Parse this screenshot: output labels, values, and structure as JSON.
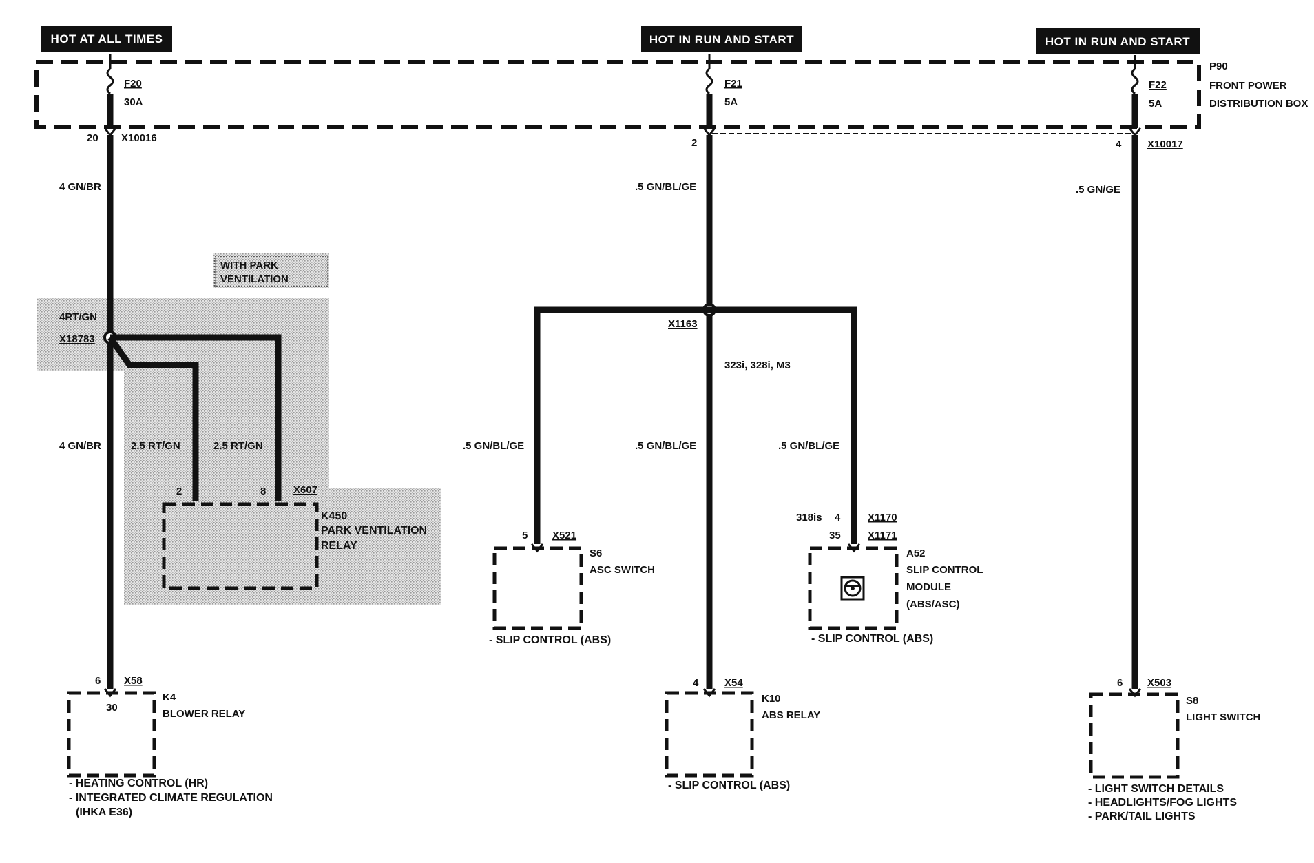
{
  "headers": {
    "hot_at_all_times": "HOT AT ALL TIMES",
    "hot_in_run_start_1": "HOT IN RUN AND START",
    "hot_in_run_start_2": "HOT IN RUN AND START"
  },
  "distribution_box": {
    "id": "P90",
    "line1": "FRONT POWER",
    "line2": "DISTRIBUTION BOX"
  },
  "fuses": [
    {
      "id": "F20",
      "rating": "30A"
    },
    {
      "id": "F21",
      "rating": "5A"
    },
    {
      "id": "F22",
      "rating": "5A"
    }
  ],
  "connectors": {
    "c1_pin": "20",
    "c1_id": "X10016",
    "c2_pin": "2",
    "c3_pin": "4",
    "c3_id": "X10017",
    "splice_left": "X18783",
    "splice_mid": "X1163",
    "x607": "X607",
    "x607_pin2": "2",
    "x607_pin8": "8",
    "x521": "X521",
    "x521_pin": "5",
    "x1170": "X1170",
    "x1170_pin": "4",
    "x1170_note": "318is",
    "x1171": "X1171",
    "x1171_pin": "35",
    "x58": "X58",
    "x58_pin": "6",
    "x58_terminal": "30",
    "x54": "X54",
    "x54_pin": "4",
    "x503": "X503",
    "x503_pin": "6"
  },
  "wires": {
    "w1_top": "4 GN/BR",
    "w1_splice": "4RT/GN",
    "w1_bottom": "4 GN/BR",
    "pv_a": "2.5 RT/GN",
    "pv_b": "2.5 RT/GN",
    "w2_top": ".5 GN/BL/GE",
    "w2_left": ".5 GN/BL/GE",
    "w2_mid": ".5 GN/BL/GE",
    "w2_right": ".5 GN/BL/GE",
    "w2_models": "323i, 328i, M3",
    "w3": ".5 GN/GE"
  },
  "park_vent": {
    "option_line1": "WITH PARK",
    "option_line2": "VENTILATION",
    "id": "K450",
    "line1": "PARK VENTILATION",
    "line2": "RELAY"
  },
  "components": {
    "s6": {
      "id": "S6",
      "name": "ASC SWITCH",
      "ref": "- SLIP CONTROL (ABS)"
    },
    "a52": {
      "id": "A52",
      "line1": "SLIP CONTROL",
      "line2": "MODULE",
      "line3": "(ABS/ASC)",
      "ref": "- SLIP CONTROL (ABS)"
    },
    "k4": {
      "id": "K4",
      "name": "BLOWER RELAY",
      "ref1": "- HEATING CONTROL (HR)",
      "ref2": "- INTEGRATED CLIMATE REGULATION",
      "ref3": "(IHKA E36)"
    },
    "k10": {
      "id": "K10",
      "name": "ABS RELAY",
      "ref": "- SLIP CONTROL (ABS)"
    },
    "s8": {
      "id": "S8",
      "name": "LIGHT SWITCH",
      "ref1": "- LIGHT SWITCH DETAILS",
      "ref2": "- HEADLIGHTS/FOG LIGHTS",
      "ref3": "- PARK/TAIL LIGHTS"
    }
  },
  "icons": {
    "module": "steering-wheel-icon",
    "fuse": "fuse-icon"
  }
}
